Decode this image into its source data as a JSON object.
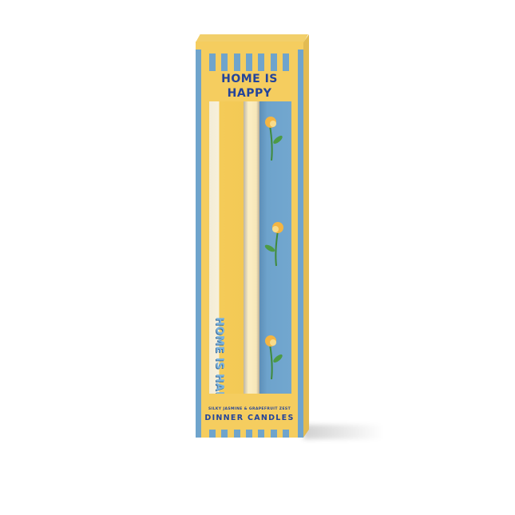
{
  "box": {
    "title_line1": "HOME IS",
    "title_line2": "HAPPY",
    "scent": "SILKY JASMINE & GRAPEFRUIT ZEST",
    "product": "DINNER CANDLES",
    "candle_print": "HOME IS HAPPY"
  },
  "colors": {
    "box": "#f5cd5f",
    "stripe": "#6fa4cc",
    "text": "#23449a"
  }
}
